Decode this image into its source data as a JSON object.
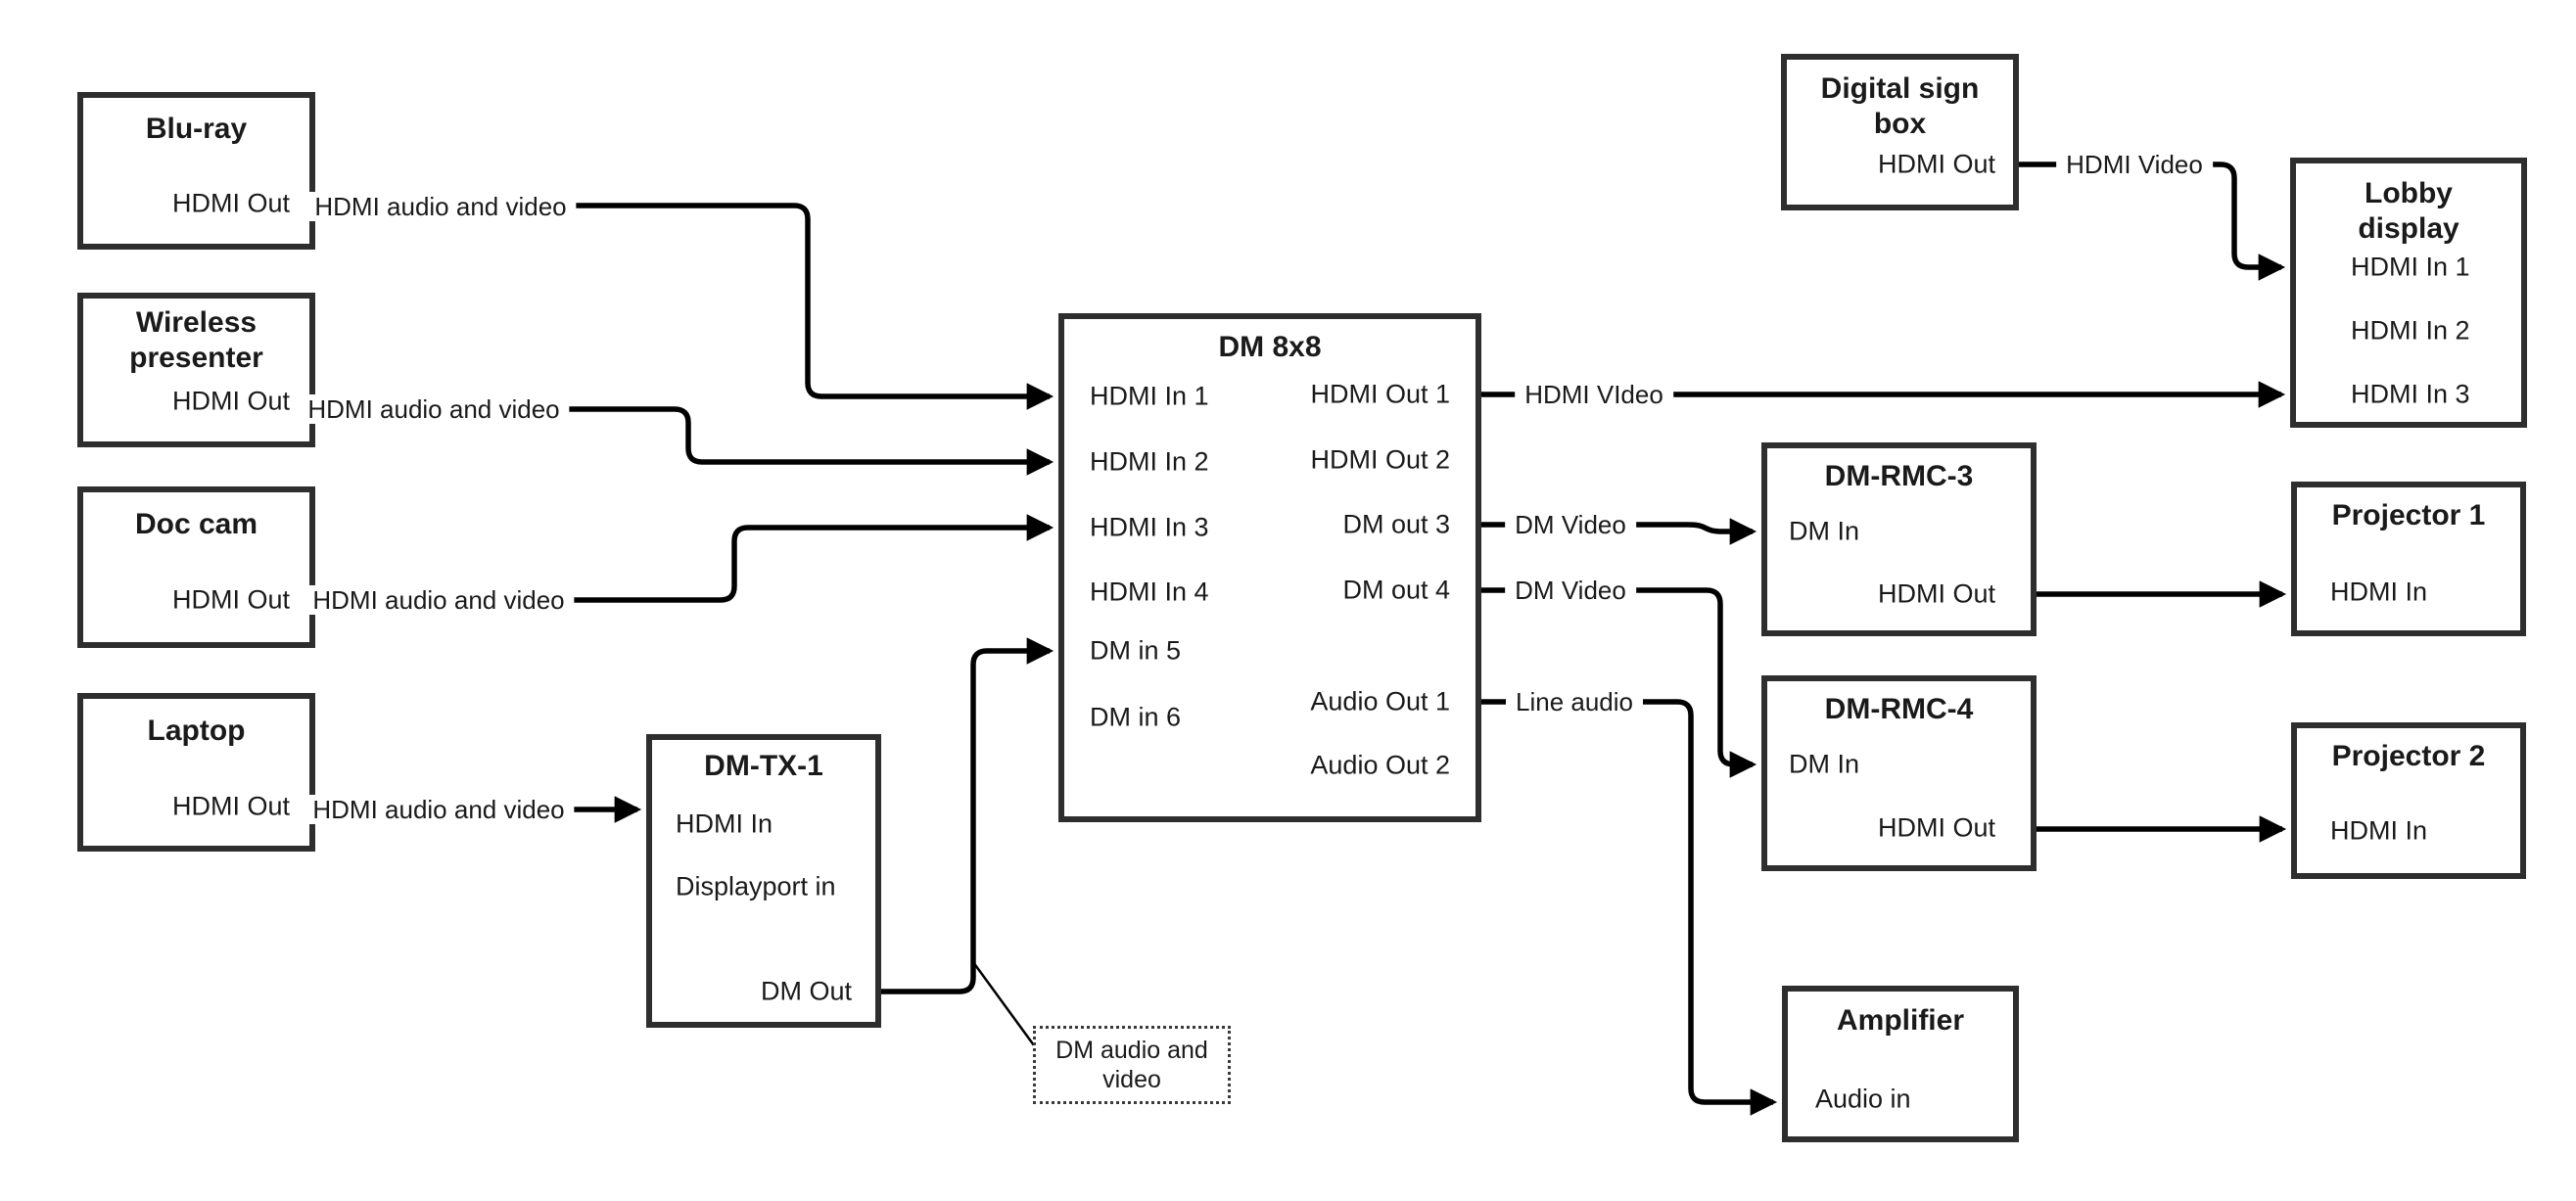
{
  "diagram": {
    "background_color": "#ffffff",
    "line_color": "#000000",
    "border_color": "#2e2e2e"
  },
  "nodes": {
    "bluray": {
      "title": "Blu-ray",
      "ports": {
        "hdmi_out": "HDMI Out"
      }
    },
    "wireless": {
      "title": "Wireless presenter",
      "ports": {
        "hdmi_out": "HDMI Out"
      }
    },
    "doccam": {
      "title": "Doc cam",
      "ports": {
        "hdmi_out": "HDMI Out"
      }
    },
    "laptop": {
      "title": "Laptop",
      "ports": {
        "hdmi_out": "HDMI Out"
      }
    },
    "dmtx1": {
      "title": "DM-TX-1",
      "ports": {
        "hdmi_in": "HDMI In",
        "displayport_in": "Displayport in",
        "dm_out": "DM Out"
      }
    },
    "dm8x8": {
      "title": "DM 8x8",
      "ports": {
        "in1": "HDMI In 1",
        "in2": "HDMI In 2",
        "in3": "HDMI In 3",
        "in4": "HDMI In 4",
        "in5": "DM in 5",
        "in6": "DM in 6",
        "out1": "HDMI Out 1",
        "out2": "HDMI Out 2",
        "out3": "DM out 3",
        "out4": "DM out 4",
        "aout1": "Audio Out 1",
        "aout2": "Audio Out 2"
      }
    },
    "signbox": {
      "title": "Digital sign box",
      "ports": {
        "hdmi_out": "HDMI Out"
      }
    },
    "lobby": {
      "title": "Lobby display",
      "ports": {
        "in1": "HDMI In 1",
        "in2": "HDMI In 2",
        "in3": "HDMI In 3"
      }
    },
    "dmrmc3": {
      "title": "DM-RMC-3",
      "ports": {
        "dm_in": "DM In",
        "hdmi_out": "HDMI Out"
      }
    },
    "projector1": {
      "title": "Projector 1",
      "ports": {
        "hdmi_in": "HDMI In"
      }
    },
    "dmrmc4": {
      "title": "DM-RMC-4",
      "ports": {
        "dm_in": "DM In",
        "hdmi_out": "HDMI Out"
      }
    },
    "projector2": {
      "title": "Projector 2",
      "ports": {
        "hdmi_in": "HDMI In"
      }
    },
    "amplifier": {
      "title": "Amplifier",
      "ports": {
        "audio_in": "Audio in"
      }
    }
  },
  "labels": {
    "bluray_link": "HDMI audio and video",
    "wireless_link": "HDMI audio and video",
    "doccam_link": "HDMI audio and video",
    "laptop_link": "HDMI audio and video",
    "hdmi_video_long": "HDMI VIdeo",
    "dm_video_3": "DM Video",
    "dm_video_4": "DM Video",
    "line_audio": "Line audio",
    "sign_hdmi_video": "HDMI Video"
  },
  "note": {
    "line1": "DM audio and",
    "line2": "video"
  }
}
